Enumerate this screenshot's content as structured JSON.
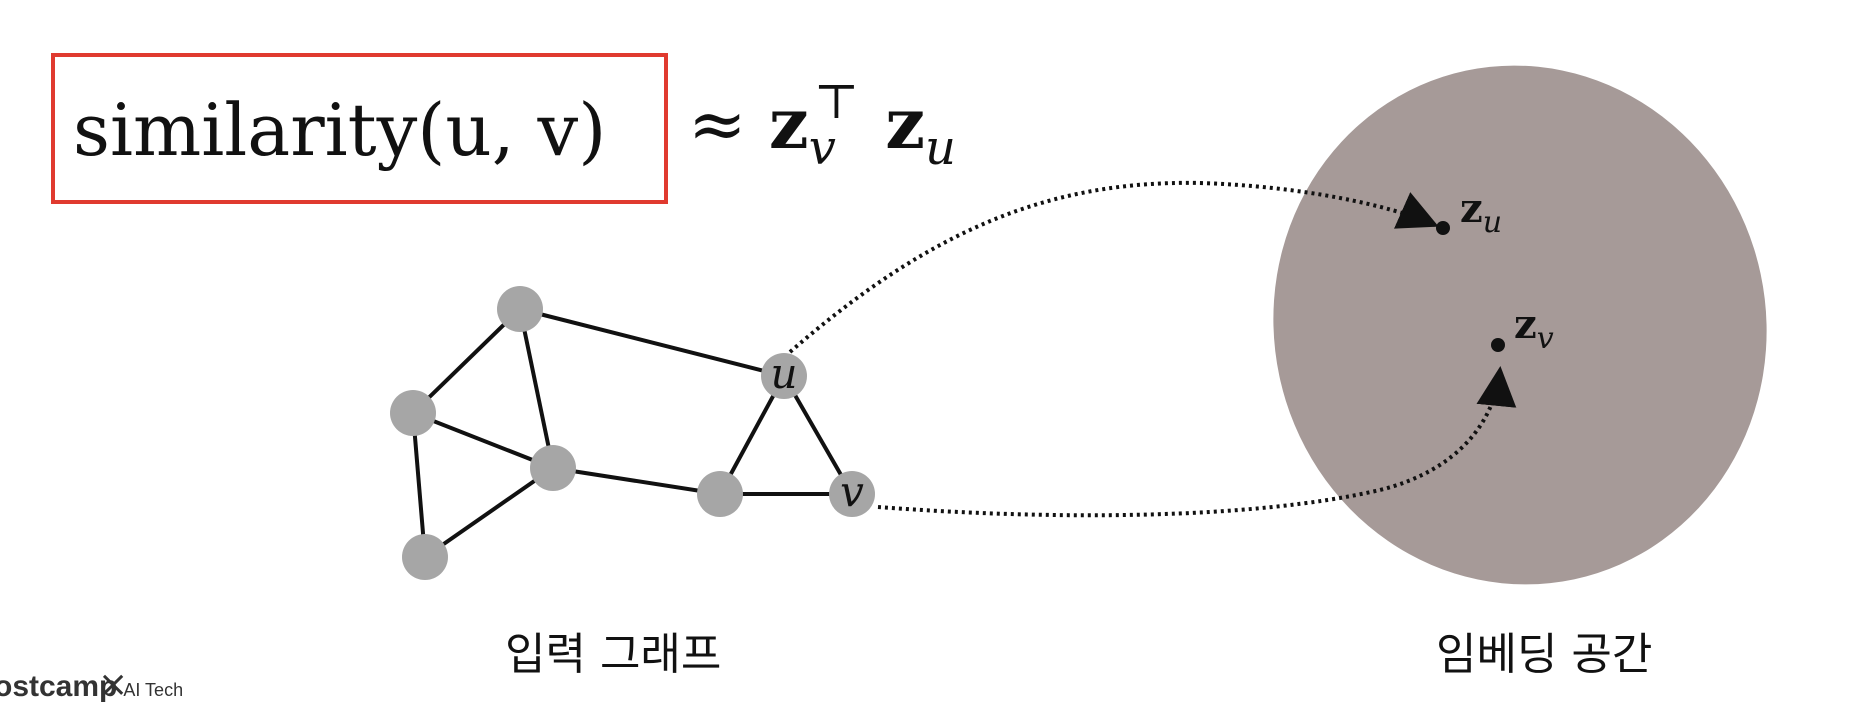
{
  "formula": {
    "boxed_text": "similarity(u, v)",
    "approx_symbol": "≈",
    "z_letter": "z",
    "sub_v": "v",
    "sub_u": "u",
    "transpose": "⊤"
  },
  "graph": {
    "node_labels": {
      "u": "u",
      "v": "v"
    },
    "caption": "입력 그래프"
  },
  "embedding": {
    "point_u_label": "z",
    "point_u_sub": "u",
    "point_v_label": "z",
    "point_v_sub": "v",
    "caption": "임베딩 공간"
  },
  "logo": {
    "text": "ostcamp",
    "suffix": "AI Tech",
    "mark": "×"
  },
  "colors": {
    "box_border": "#e03a2f",
    "node_fill": "#a6a6a6",
    "space_fill": "#a69a98"
  }
}
